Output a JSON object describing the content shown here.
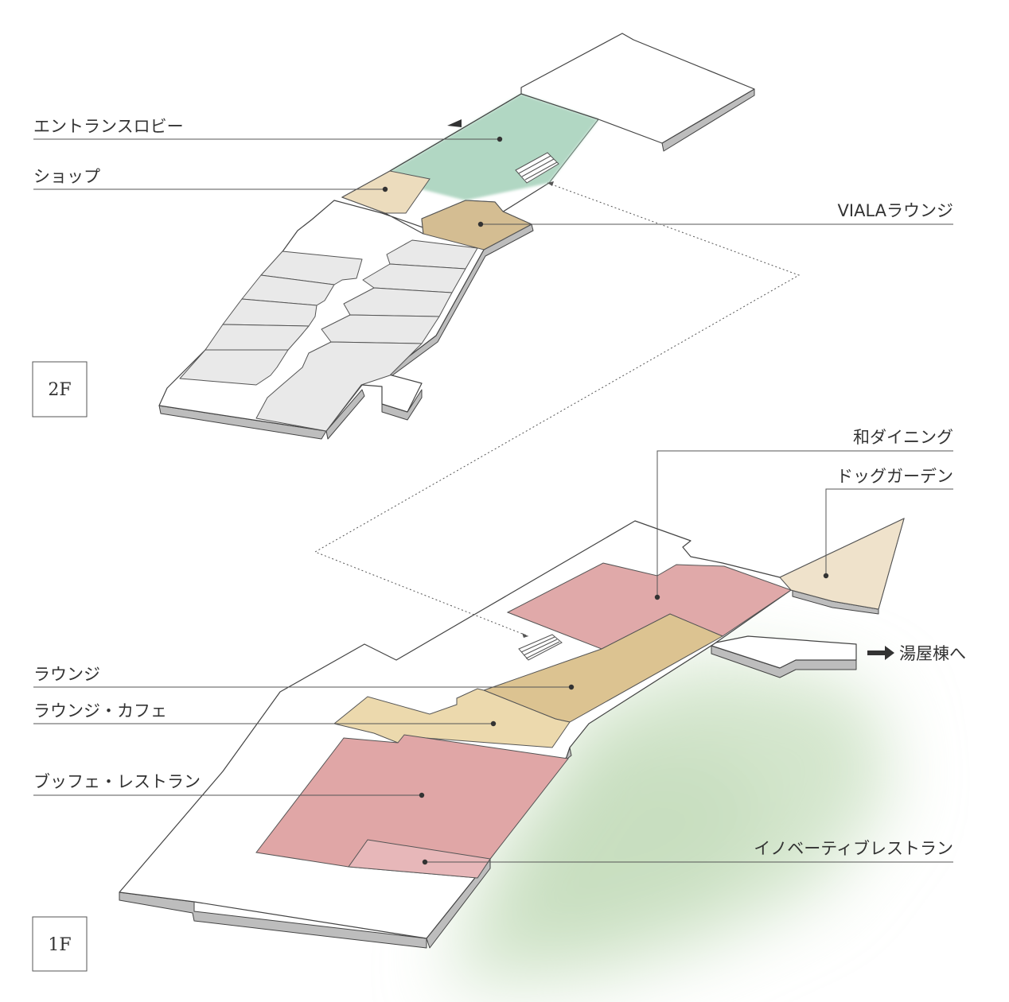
{
  "floors": {
    "upper": "2F",
    "lower": "1F"
  },
  "labels_2f": {
    "entrance_lobby": "エントランスロビー",
    "shop": "ショップ",
    "viala_lounge": "VIALAラウンジ"
  },
  "labels_1f": {
    "wa_dining": "和ダイニング",
    "dog_garden": "ドッグガーデン",
    "to_yuya": "湯屋棟へ",
    "lounge": "ラウンジ",
    "lounge_cafe": "ラウンジ・カフェ",
    "buffet_restaurant": "ブッフェ・レストラン",
    "innovative_restaurant": "イノベーティブレストラン"
  },
  "colors": {
    "entrance_lobby": "#a9d3bd",
    "shop": "#ecdcbd",
    "viala_lounge": "#d4bd92",
    "guest_room": "#e9e9e9",
    "wa_dining": "#e0a9a9",
    "dog_garden": "#efe2cb",
    "lounge": "#dcc391",
    "lounge_cafe": "#ecd9ad",
    "buffet_restaurant": "#e0a6a6",
    "innovative_restaurant": "#e7b7b9",
    "garden_wash": "#cfe3c8"
  },
  "icons": {
    "stairs_2f": "stairs-icon",
    "stairs_1f": "stairs-icon",
    "arrow": "arrow-right-icon",
    "entrance": "entrance-triangle-icon"
  }
}
